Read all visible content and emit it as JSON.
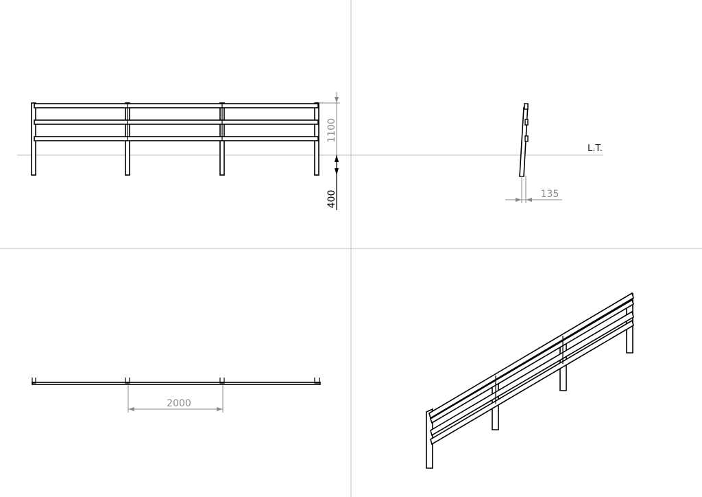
{
  "colors": {
    "background": "#ffffff",
    "outline": "#000000",
    "dimension": "#8a8a8a",
    "guide_line": "#bdbdbd"
  },
  "views": {
    "front": {
      "dim_height": "1100",
      "dim_embed": "400"
    },
    "side": {
      "ground_label": "L.T.",
      "dim_offset": "135"
    },
    "top": {
      "dim_spacing": "2000"
    },
    "isometric": {}
  }
}
